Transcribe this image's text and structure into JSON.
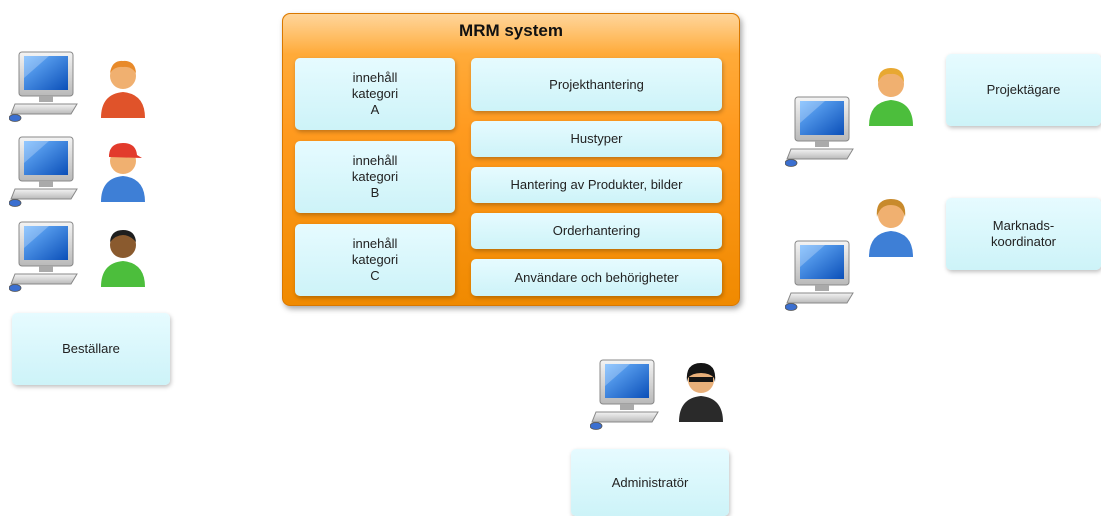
{
  "system": {
    "title": "MRM system",
    "categories": [
      "innehåll\nkategori\nA",
      "innehåll\nkategori\nB",
      "innehåll\nkategori\nC"
    ],
    "modules": [
      "Projekthantering",
      "Hustyper",
      "Hantering av Produkter, bilder",
      "Orderhantering",
      "Användare och behörigheter"
    ]
  },
  "roles": {
    "bestallare": "Beställare",
    "projektagare": "Projektägare",
    "marknadskoordinator": "Marknads-\nkoordinator",
    "administrator": "Administratör"
  },
  "colors": {
    "system_orange": "#ff9a1f",
    "box_cyan": "#d6f6fa",
    "screen_blue": "#1e6fd9"
  },
  "icons": [
    "computer-icon",
    "person-icon"
  ]
}
